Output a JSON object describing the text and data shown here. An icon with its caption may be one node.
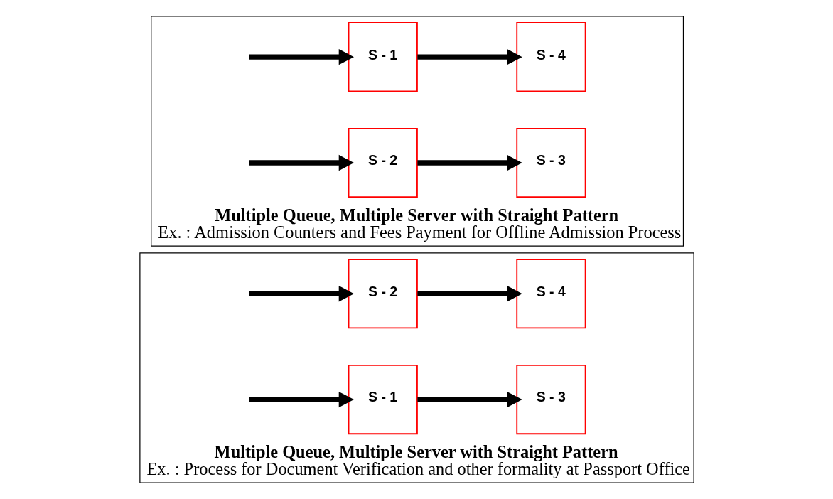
{
  "diagram": {
    "nodes": [
      {
        "text": [
          "Multiple Queue, Multiple Server with Straight Pattern",
          "Ex. : Admission Counters and Fees Payment for Offline Admission Process"
        ]
      },
      {
        "text": [
          "S - 1"
        ],
        "in": 0
      },
      {
        "text": [
          "S - 3"
        ],
        "in": 0
      },
      {
        "text": [
          "S - 2"
        ],
        "in": 0
      },
      {
        "text": [
          "S - 4"
        ],
        "in": 0
      },
      {
        "text": [
          "Multiple Queue, Multiple Server with Straight Pattern",
          "Ex. : Process for Document Verification and other formality at Passport Office"
        ]
      },
      {
        "text": [
          "S - 1"
        ],
        "in": 5
      },
      {
        "text": [
          "S - 3"
        ],
        "in": 5
      },
      {
        "text": [
          "S - 2"
        ],
        "in": 5
      },
      {
        "text": [
          "S - 4"
        ],
        "in": 5
      }
    ],
    "edges": [
      {
        "from": null,
        "to": 1,
        "arrow": "to"
      },
      {
        "from": null,
        "to": 3,
        "arrow": "to"
      },
      {
        "from": 1,
        "to": 4,
        "arrow": "to"
      },
      {
        "from": 3,
        "to": 2,
        "arrow": "to"
      },
      {
        "from": null,
        "to": 6,
        "arrow": "to"
      },
      {
        "from": null,
        "to": 8,
        "arrow": "to"
      },
      {
        "from": 6,
        "to": 7,
        "arrow": "to"
      },
      {
        "from": 8,
        "to": 9,
        "arrow": "to"
      }
    ]
  }
}
